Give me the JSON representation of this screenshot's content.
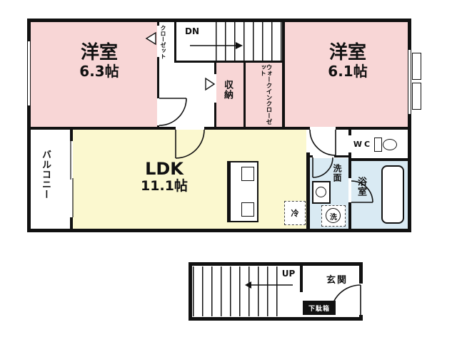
{
  "plan": {
    "bedroom1": {
      "name": "洋室",
      "size": "6.3帖"
    },
    "bedroom2": {
      "name": "洋室",
      "size": "6.1帖"
    },
    "ldk": {
      "name": "LDK",
      "size": "11.1帖"
    },
    "balcony": "バルコニー",
    "closet": "クローゼット",
    "storage": "収納",
    "walk_in_closet": "ウォークインクローゼット",
    "stairs_down": "DN",
    "stairs_up": "UP",
    "wc": "WC",
    "washroom": "洗面",
    "bathroom": "浴室",
    "refrigerator": "冷",
    "washing_machine": "洗",
    "entrance": "玄関",
    "shoe_cabinet": "下駄箱"
  },
  "colors": {
    "bedroom_pink": "#f8d6d6",
    "ldk_yellow": "#fbf8cf",
    "wet_area_blue": "#d9eaf3",
    "wall_black": "#111111",
    "background": "#ffffff"
  }
}
